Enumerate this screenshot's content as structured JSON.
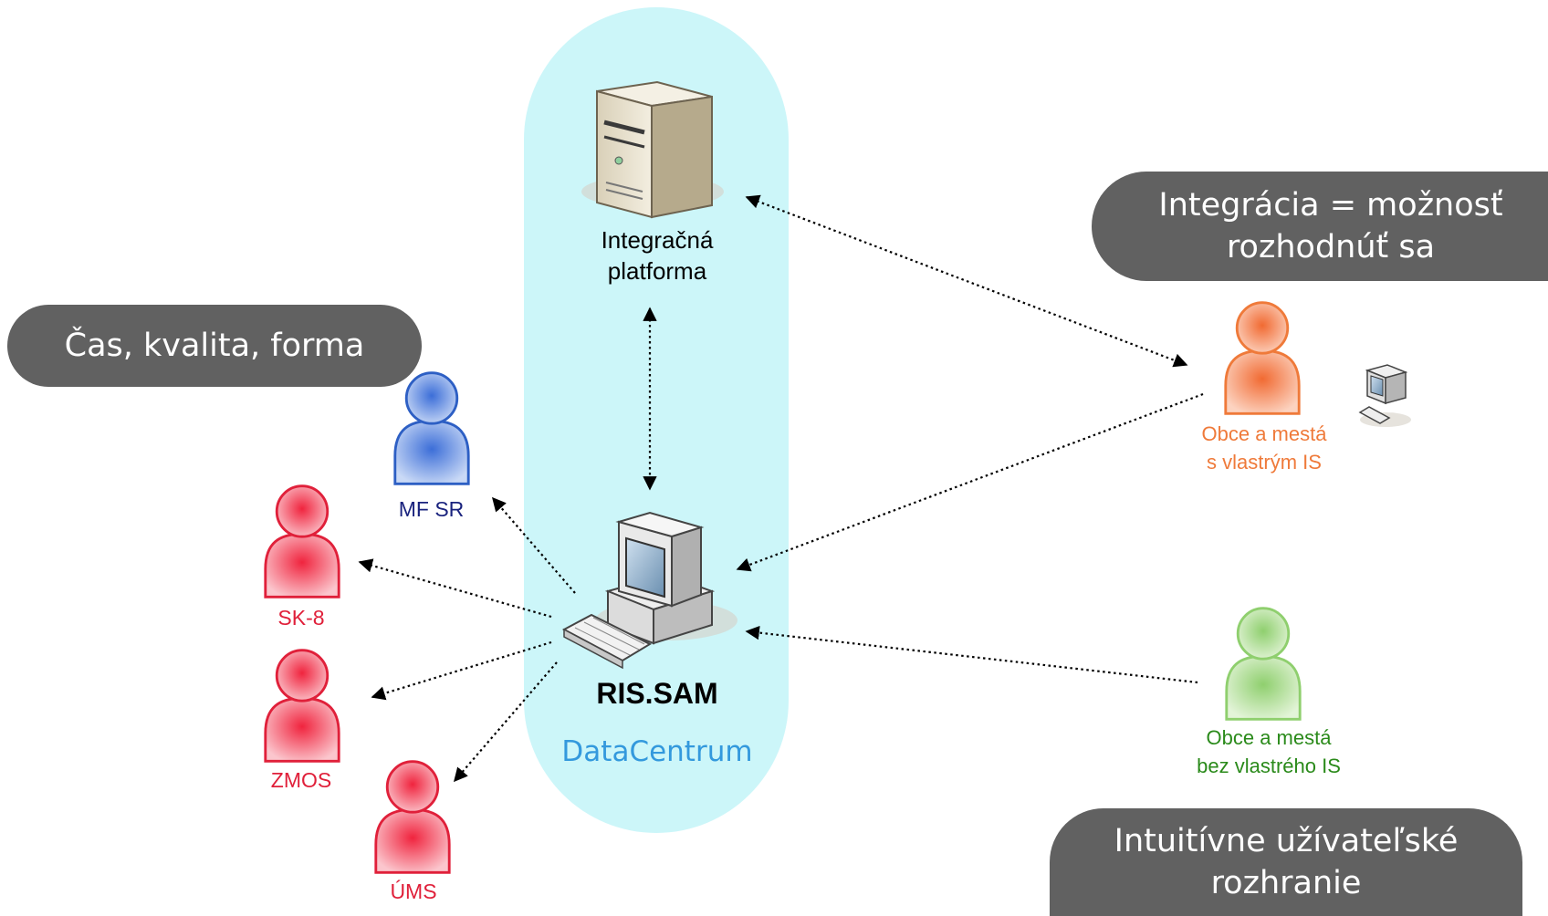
{
  "bubbles": {
    "quality": "Čas, kvalita, forma",
    "integration": [
      "Integrácia = možnosť",
      "rozhodnúť sa"
    ],
    "ui": [
      "Intuitívne užívateľské",
      "rozhranie"
    ]
  },
  "nodes": {
    "platform": [
      "Integračná",
      "platforma"
    ],
    "ris": "RIS.SAM",
    "datacenter": "DataCentrum",
    "mfsr": "MF SR",
    "sk8": "SK-8",
    "zmos": "ZMOS",
    "ums": "ÚMS",
    "towns_own_is": [
      "Obce a mestá",
      "s vlastrým IS"
    ],
    "towns_no_is": [
      "Obce a mestá",
      "bez vlastrého IS"
    ]
  },
  "colors": {
    "datacenter_bg": "#ccf6f9",
    "datacenter_text": "#3399dd",
    "bubble_bg": "#616161",
    "mfsr": "#1a237e",
    "red_users": "#e0203a",
    "orange": "#ef7a3a",
    "green": "#2a8a1a"
  }
}
